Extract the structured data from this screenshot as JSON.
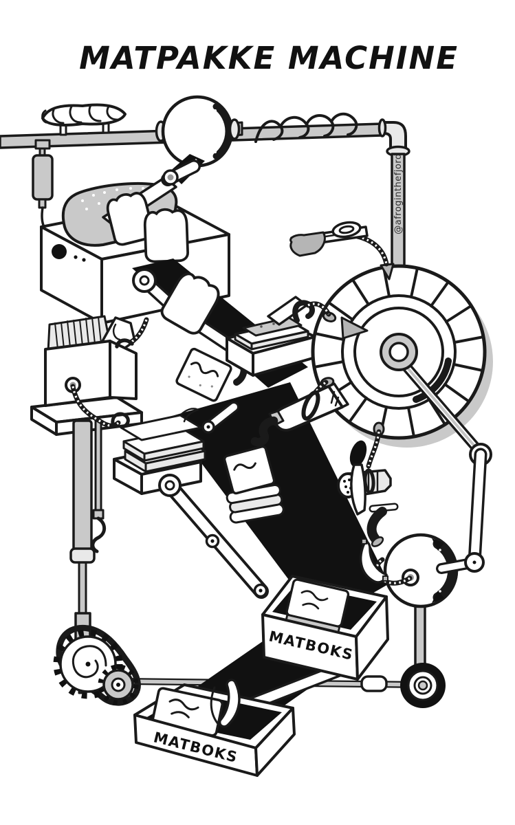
{
  "title": "MATPAKKE MACHINE",
  "credit": "@afroginthefjord",
  "boxes": [
    {
      "label": "MATBOKS"
    },
    {
      "label": "MATBOKS"
    }
  ],
  "palette": {
    "ink": "#1a1a1a",
    "metal": "#c9c9c9",
    "shade": "#b5b5b5",
    "paper": "#ffffff",
    "belt": "#111111"
  },
  "parts": [
    "baguette",
    "overhead-pipe",
    "valve-sphere",
    "bread-knife",
    "bread-slicer-machine",
    "conveyor-belt-1",
    "conveyor-belt-2",
    "conveyor-belt-3",
    "bread-dispenser",
    "sliced-bread-stack",
    "selector-wheel",
    "cheese-slicer",
    "kaviar-tube",
    "salt-shaker",
    "spread-knife",
    "banana",
    "eye-sphere",
    "gear-drive",
    "drive-rod",
    "lunchbox-middle",
    "lunchbox-bottom"
  ]
}
